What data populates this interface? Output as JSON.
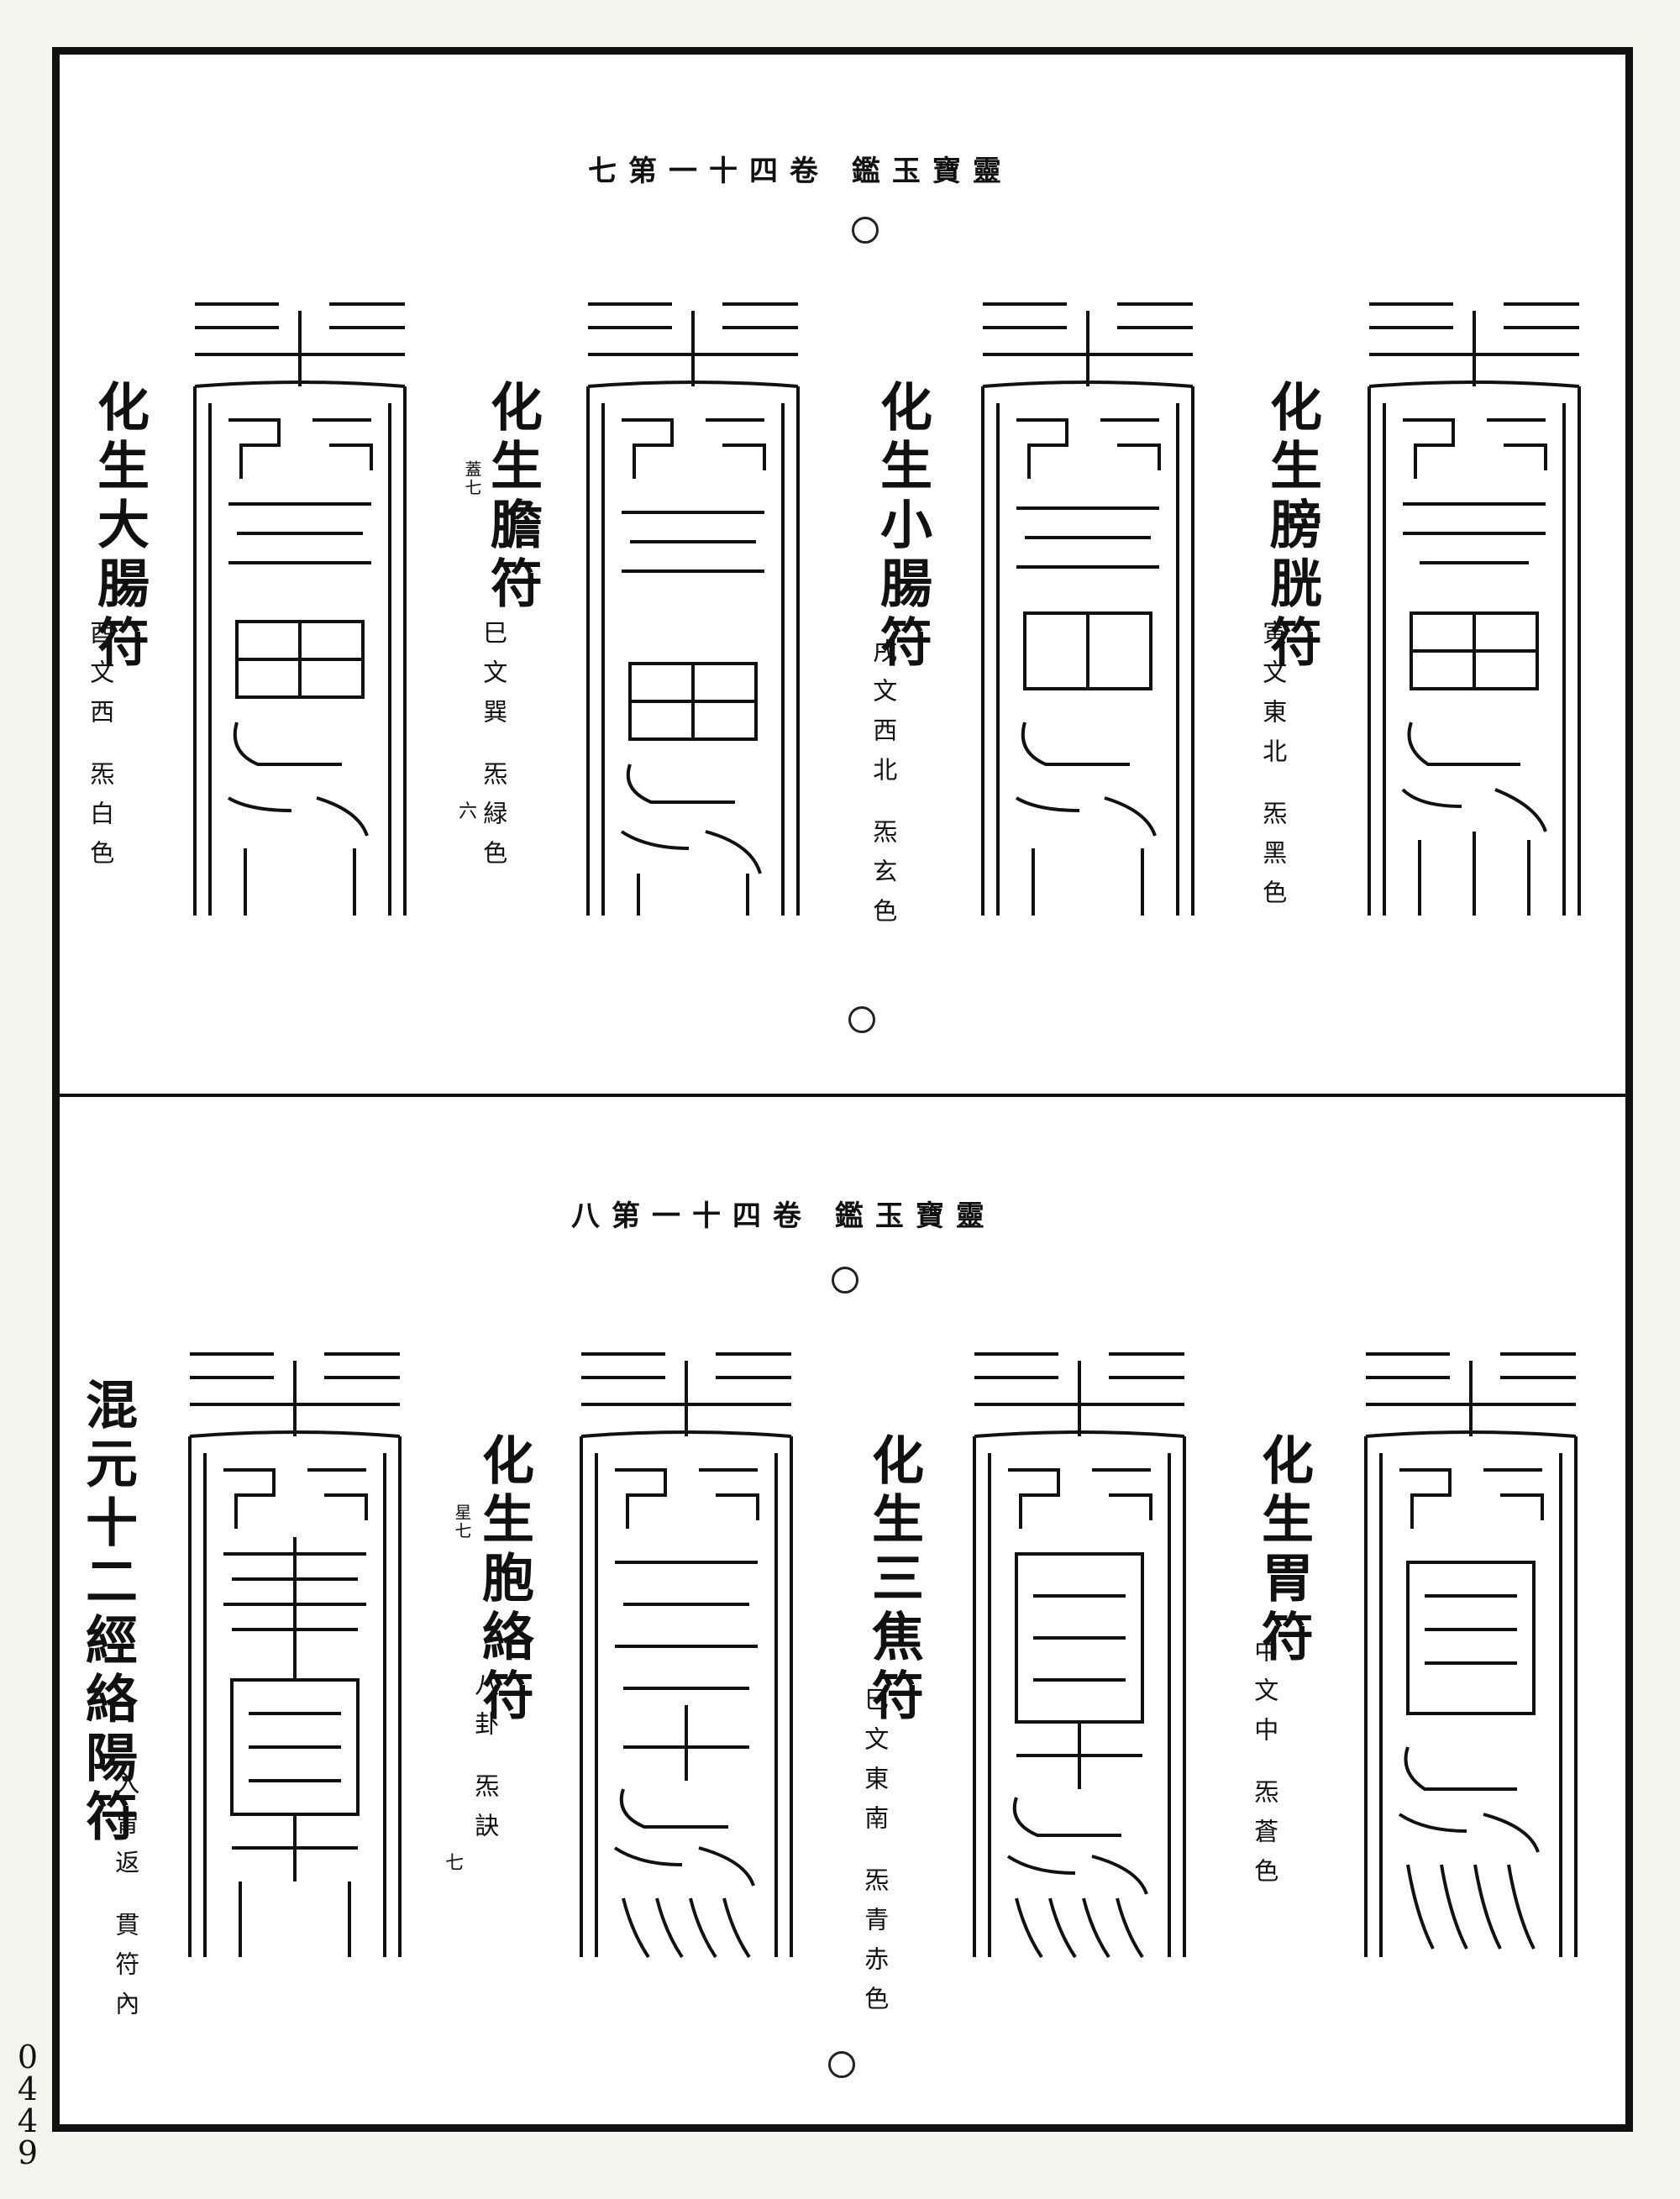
{
  "top": {
    "header": "靈寶玉鑑 卷四十一第七",
    "talismans": [
      {
        "title": "化生膀胱符",
        "note": "寅文東北 炁黑色"
      },
      {
        "title": "化生小腸符",
        "note": "戌文西北 炁玄色"
      },
      {
        "title": "化生膽符",
        "note": "巳文巽 炁緑色",
        "small": "蓋七"
      },
      {
        "title": "化生大腸符",
        "note": "酉文西 炁白色"
      }
    ],
    "marker": "六"
  },
  "bottom": {
    "header": "靈寶玉鑑 卷四十一第八",
    "talismans": [
      {
        "title": "化生胃符",
        "note": "中文中 炁蒼色"
      },
      {
        "title": "化生三焦符",
        "note": "巳文東南 炁青赤色"
      },
      {
        "title": "化生胞絡符",
        "note": "八卦 炁訣",
        "small": "星七"
      },
      {
        "title": "混元十二經絡陽符",
        "note": "入胃返 貫符內"
      }
    ],
    "marker": "七"
  },
  "page_number": [
    "0",
    "4",
    "4",
    "9"
  ]
}
